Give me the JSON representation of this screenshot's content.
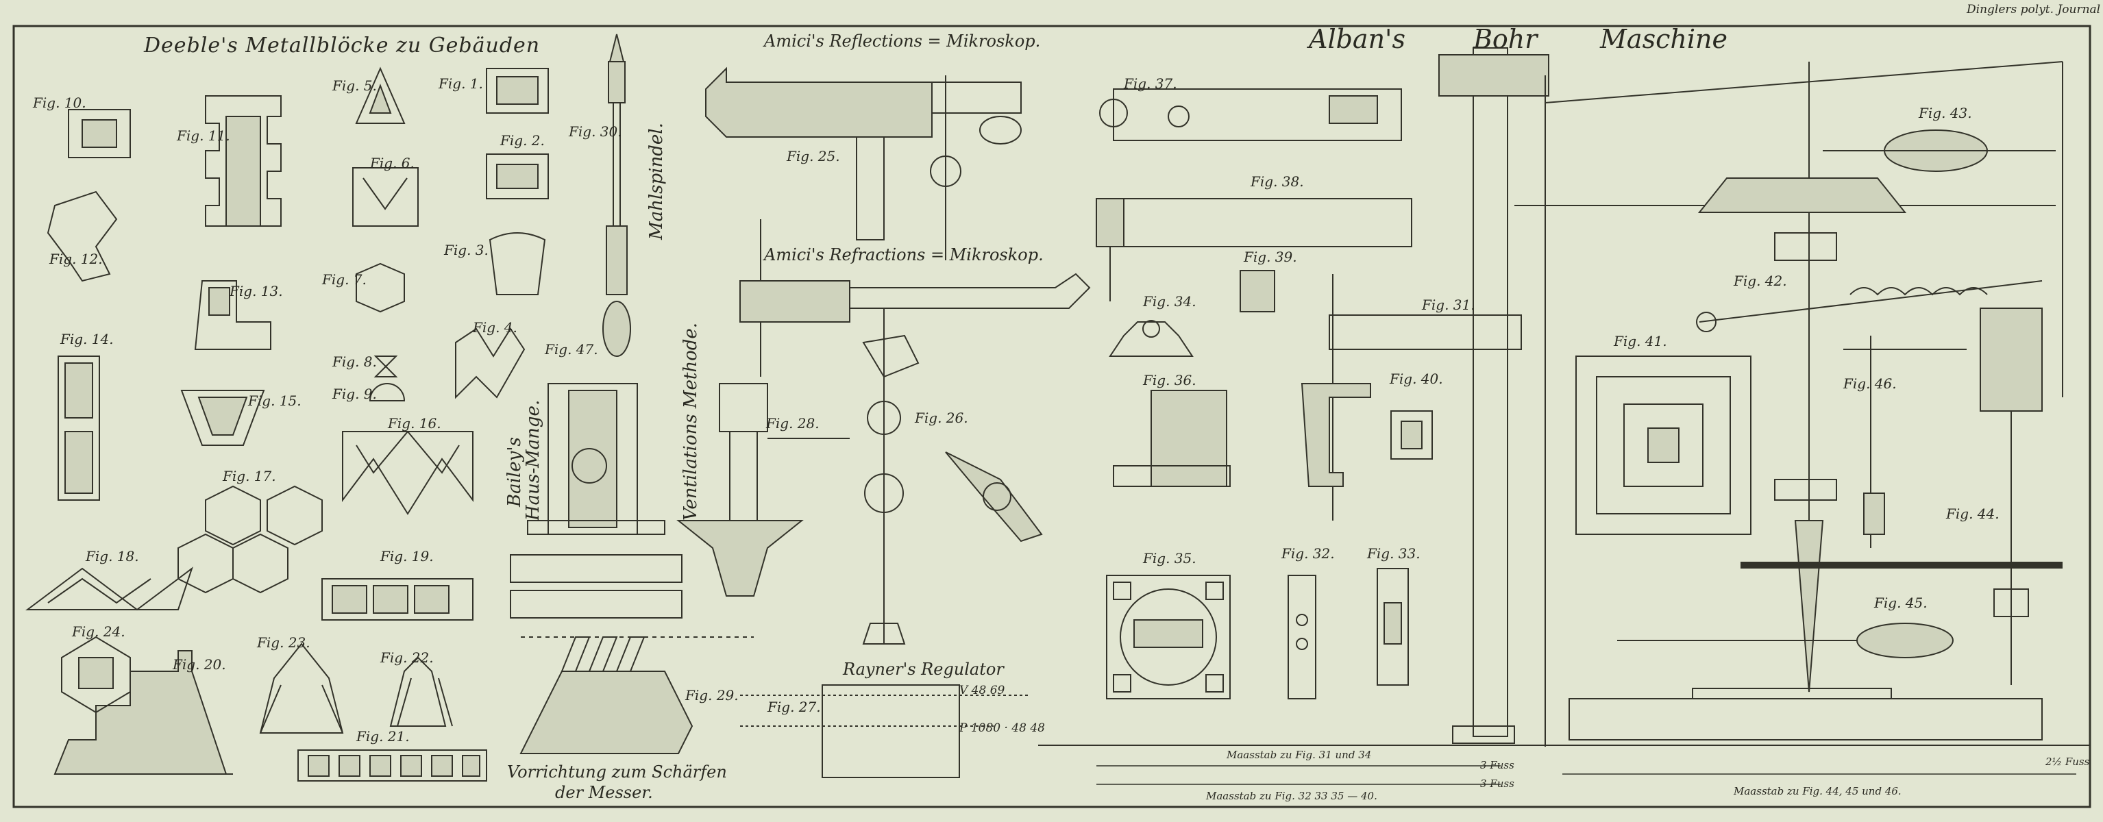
{
  "journal_header": "Dinglers polyt. Journal Bd. XXXII Tb. VI.",
  "titles": {
    "deeble": "Deeble's Metallblöcke zu Gebäuden",
    "amici_reflection": "Amici's Reflections = Mikroskop.",
    "amici_refraction": "Amici's Refractions = Mikroskop.",
    "alban_1": "Alban's",
    "alban_2": "Bohr",
    "alban_3": "Maschine",
    "rayner": "Rayner's Regulator",
    "vorrichtung_1": "Vorrichtung zum Schärfen",
    "vorrichtung_2": "der Messer.",
    "mahlspindel": "Mahlspindel.",
    "bailey_1": "Bailey's",
    "bailey_2": "Haus-Mange.",
    "ventilation": "Ventilations Methode."
  },
  "figures": {
    "f1": "Fig. 1.",
    "f2": "Fig. 2.",
    "f3": "Fig. 3.",
    "f4": "Fig. 4.",
    "f5": "Fig. 5.",
    "f6": "Fig. 6.",
    "f7": "Fig. 7.",
    "f8": "Fig. 8.",
    "f9": "Fig. 9.",
    "f10": "Fig. 10.",
    "f11": "Fig. 11.",
    "f12": "Fig. 12.",
    "f13": "Fig. 13.",
    "f14": "Fig. 14.",
    "f15": "Fig. 15.",
    "f16": "Fig. 16.",
    "f17": "Fig. 17.",
    "f18": "Fig. 18.",
    "f19": "Fig. 19.",
    "f20": "Fig. 20.",
    "f21": "Fig. 21.",
    "f22": "Fig. 22.",
    "f23": "Fig. 23.",
    "f24": "Fig. 24.",
    "f25": "Fig. 25.",
    "f26": "Fig. 26.",
    "f27": "Fig. 27.",
    "f28": "Fig. 28.",
    "f29": "Fig. 29.",
    "f30": "Fig. 30.",
    "f31": "Fig. 31.",
    "f32": "Fig. 32.",
    "f33": "Fig. 33.",
    "f34": "Fig. 34.",
    "f35": "Fig. 35.",
    "f36": "Fig. 36.",
    "f37": "Fig. 37.",
    "f38": "Fig. 38.",
    "f39": "Fig. 39.",
    "f40": "Fig. 40.",
    "f41": "Fig. 41.",
    "f42": "Fig. 42.",
    "f43": "Fig. 43.",
    "f44": "Fig. 44.",
    "f45": "Fig. 45.",
    "f46": "Fig. 46.",
    "f47": "Fig. 47."
  },
  "rayner_values": {
    "top": "V 48 69",
    "mid": "P 1080 · 48 48"
  },
  "scales": {
    "s1": "Maasstab zu Fig. 31 und 34",
    "s2": "Maasstab zu Fig. 32 33 35 — 40.",
    "s3": "Maasstab zu Fig. 44, 45 und 46.",
    "fuss_1": "3 Fuss",
    "fuss_2": "3 Fuss",
    "fuss_3": "2½ Fuss"
  },
  "colors": {
    "paper": "#e2e6d2",
    "ink": "#2a2a22"
  }
}
